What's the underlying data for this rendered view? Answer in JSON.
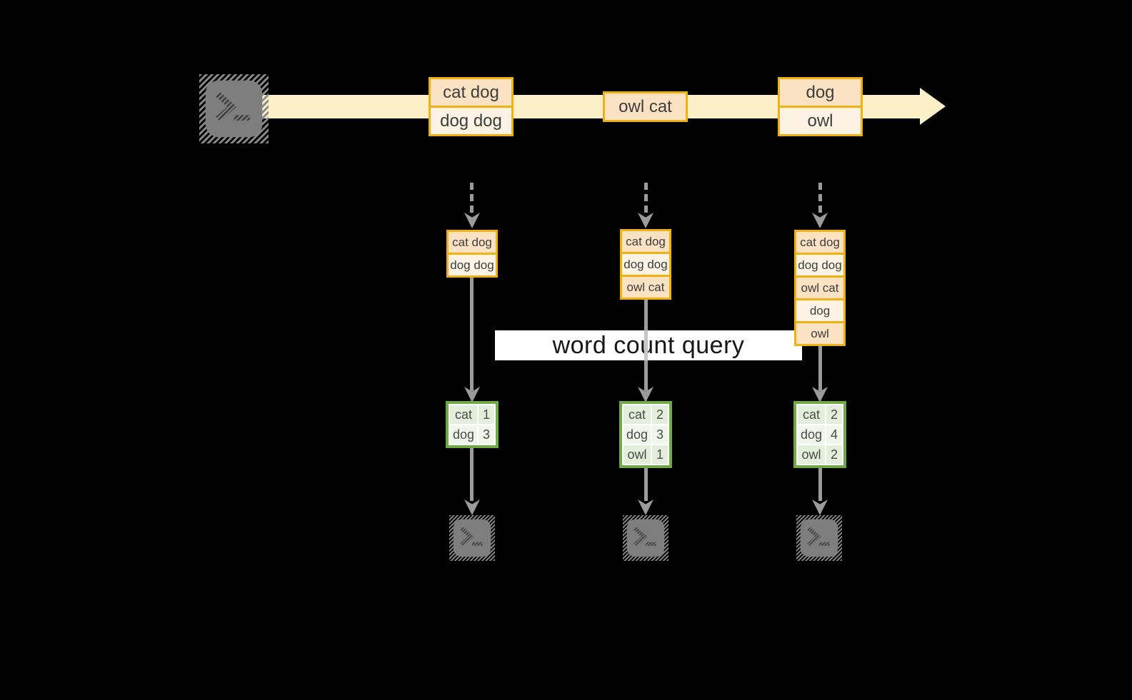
{
  "banner": {
    "label": "word count query"
  },
  "colors": {
    "background": "#000000",
    "band": "#fcf0c9",
    "amber_border": "#f0b114",
    "peach_cell": "#fbe2c3",
    "cream_cell": "#fdf3e4",
    "green_border": "#6faa46",
    "green_cell": "#e4efdb",
    "green_cell_light": "#f0f7ea",
    "arrow_gray": "#9b9b9b"
  },
  "icons": {
    "source": "terminal-icon",
    "sink": "terminal-icon"
  },
  "stream": {
    "batch1": {
      "row1": "cat dog",
      "row2": "dog dog"
    },
    "batch2": {
      "row1": "owl cat"
    },
    "batch3": {
      "row1": "dog",
      "row2": "owl"
    }
  },
  "columns": [
    {
      "state": [
        "cat dog",
        "dog dog"
      ],
      "result": [
        {
          "word": "cat",
          "count": "1"
        },
        {
          "word": "dog",
          "count": "3"
        }
      ]
    },
    {
      "state": [
        "cat dog",
        "dog dog",
        "owl cat"
      ],
      "result": [
        {
          "word": "cat",
          "count": "2"
        },
        {
          "word": "dog",
          "count": "3"
        },
        {
          "word": "owl",
          "count": "1"
        }
      ]
    },
    {
      "state": [
        "cat dog",
        "dog dog",
        "owl cat",
        "dog",
        "owl"
      ],
      "result": [
        {
          "word": "cat",
          "count": "2"
        },
        {
          "word": "dog",
          "count": "4"
        },
        {
          "word": "owl",
          "count": "2"
        }
      ]
    }
  ]
}
